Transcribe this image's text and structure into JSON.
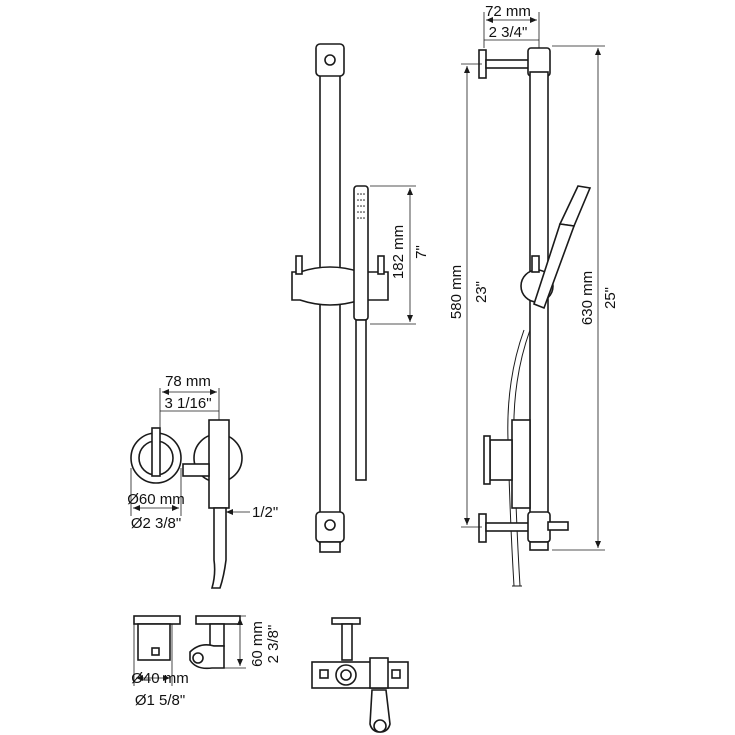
{
  "dimensions": {
    "top_width_mm": "72 mm",
    "top_width_in": "2 3/4\"",
    "hand_shower_mm": "182 mm",
    "hand_shower_in": "7\"",
    "rail_span_mm": "580 mm",
    "rail_span_in": "23\"",
    "total_height_mm": "630 mm",
    "total_height_in": "25\"",
    "valve_depth_mm": "78 mm",
    "valve_depth_in": "3 1/16\"",
    "valve_dia_mm": "Ø60 mm",
    "valve_dia_in": "Ø2 3/8\"",
    "thread": "1/2\"",
    "outlet_dia_mm": "Ø40 mm",
    "outlet_dia_in": "Ø1 5/8\"",
    "holder_height_mm": "60 mm",
    "holder_height_in": "2 3/8\""
  }
}
